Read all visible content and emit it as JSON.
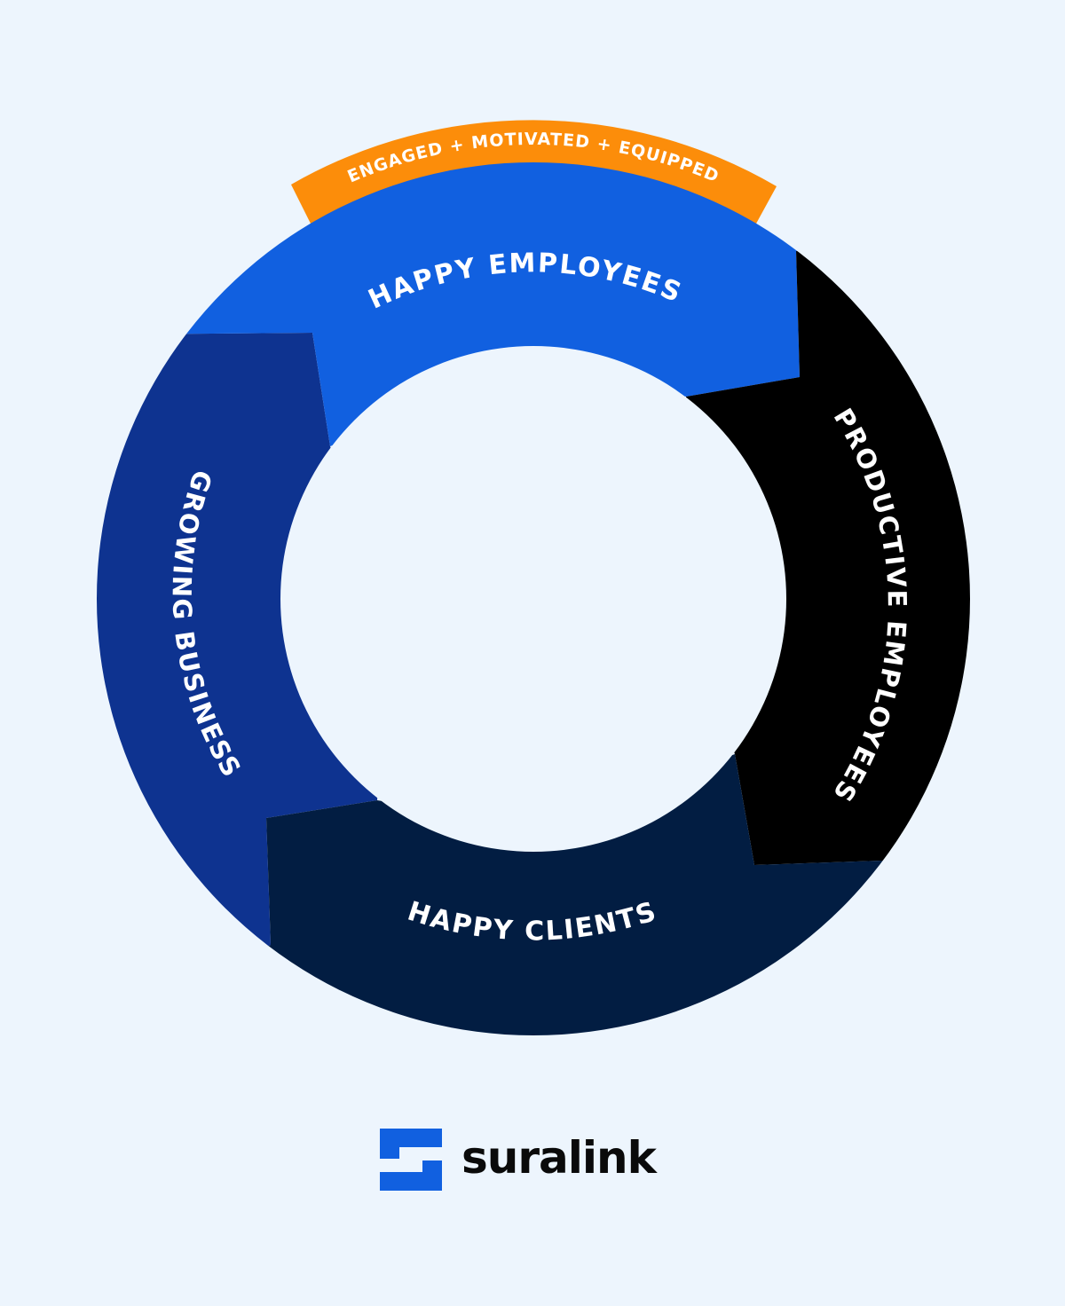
{
  "diagram": {
    "title": "Growth cycle",
    "band": {
      "label": "ENGAGED + MOTIVATED + EQUIPPED",
      "color": "#fc8d0a"
    },
    "segments": [
      {
        "id": "happy-employees",
        "label": "HAPPY EMPLOYEES",
        "color": "#1160e0"
      },
      {
        "id": "productive-employees",
        "label": "PRODUCTIVE EMPLOYEES",
        "color": "#000000"
      },
      {
        "id": "happy-clients",
        "label": "HAPPY CLIENTS",
        "color": "#021d42"
      },
      {
        "id": "growing-business",
        "label": "GROWING BUSINESS",
        "color": "#0e3390"
      }
    ],
    "flow": [
      "HAPPY EMPLOYEES",
      "PRODUCTIVE EMPLOYEES",
      "HAPPY CLIENTS",
      "GROWING BUSINESS"
    ]
  },
  "logo": {
    "wordmark": "suralink",
    "mark_color": "#1160e0",
    "text_color": "#0a0a0a"
  },
  "colors": {
    "background": "#edf5fd",
    "text_on_ring": "#ffffff"
  }
}
